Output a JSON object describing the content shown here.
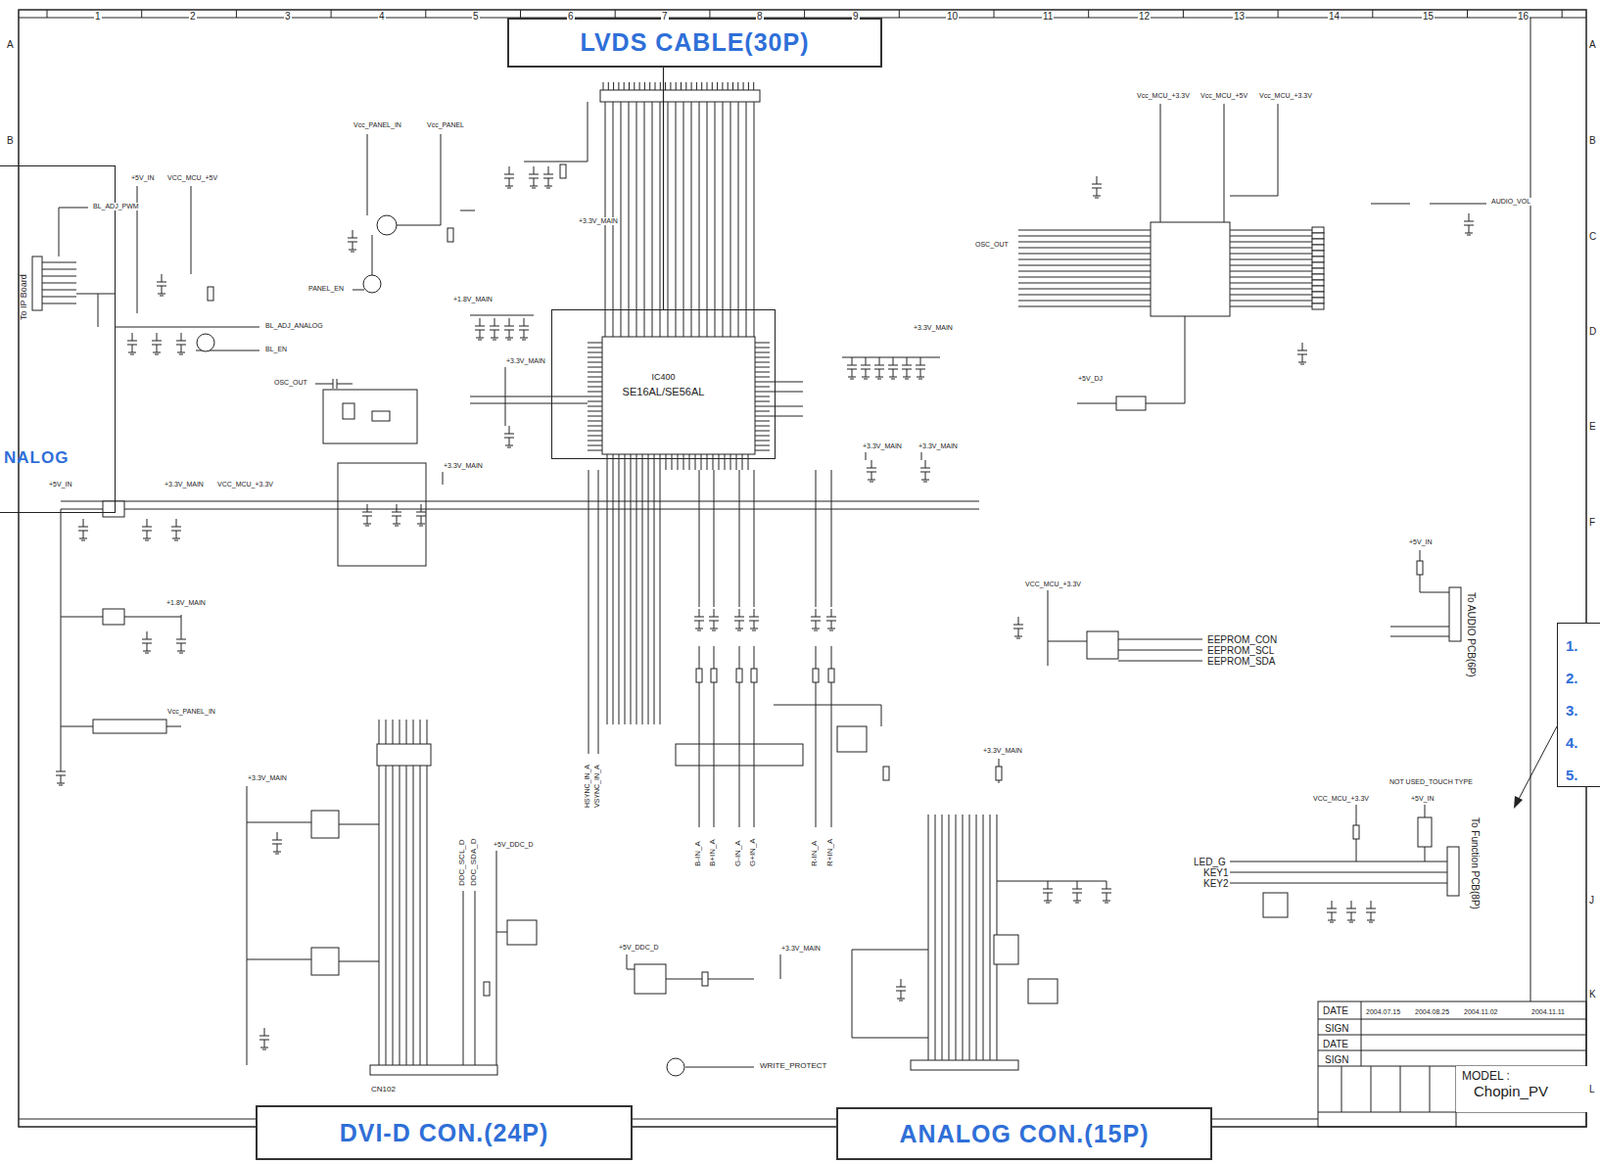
{
  "diagram": {
    "nodes": [
      {
        "text": [
          "LVDS CABLE(30P)"
        ]
      },
      {
        "text": [
          "IC400",
          "SE16AL/SE56AL"
        ]
      },
      {
        "text": [
          "DVI-D CON.(24P)"
        ]
      },
      {
        "text": [
          "ANALOG CON.(15P)"
        ]
      },
      {
        "text": [
          "NALOG"
        ]
      },
      {
        "text": [
          "1.",
          "2.",
          "3.",
          "4.",
          "5."
        ]
      },
      {
        "text": [
          "MODEL :",
          "Chopin_PV"
        ]
      }
    ],
    "edges": [
      {
        "from": 1,
        "to": 0,
        "arrow": "none"
      }
    ],
    "labels": [
      "1",
      "2",
      "3",
      "4",
      "5",
      "6",
      "7",
      "8",
      "9",
      "10",
      "11",
      "12",
      "13",
      "14",
      "15",
      "16",
      "A",
      "B",
      "A",
      "B",
      "C",
      "D",
      "E",
      "F",
      "J",
      "K",
      "L",
      "To IP Board",
      "BL_ADJ_PWM",
      "+5V_IN",
      "VCC_MCU_+5V",
      "BL_ADJ_ANALOG",
      "BL_EN",
      "Vcc_PANEL_IN",
      "Vcc_PANEL",
      "PANEL_EN",
      "OSC_OUT",
      "+1.8V_MAIN",
      "+3.3V_MAIN",
      "+3.3V_MAIN",
      "+3.3V_MAIN",
      "+3.3V_MAIN",
      "+3.3V_MAIN",
      "+3.3V_MAIN",
      "+5V_IN",
      "+3.3V_MAIN",
      "VCC_MCU_+3.3V",
      "+1.8V_MAIN",
      "Vcc_PANEL_IN",
      "+3.3V_MAIN",
      "DDC_SCL_D",
      "DDC_SDA_D",
      "+5V_DDC_D",
      "CN102",
      "HSYNC_IN_A",
      "VSYNC_IN_A",
      "B-IN_A",
      "B+IN_A",
      "G-IN_A",
      "G+IN_A",
      "R-IN_A",
      "R+IN_A",
      "+5V_DDC_D",
      "+3.3V_MAIN",
      "WRITE_PROTECT",
      "+3.3V_MAIN",
      "VCC_MCU_+3.3V",
      "EEPROM_CON",
      "EEPROM_SCL",
      "EEPROM_SDA",
      "+5V_IN",
      "To AUDIO PCB(6P)",
      "Vcc_MCU_+3.3V",
      "Vcc_MCU_+5V",
      "Vcc_MCU_+3.3V",
      "AUDIO_VOL",
      "OSC_OUT",
      "+5V_DJ",
      "NOT USED_TOUCH TYPE",
      "VCC_MCU_+3.3V",
      "+5V_IN",
      "LED_G",
      "KEY1",
      "KEY2",
      "To Function PCB(8P)",
      "DATE",
      "SIGN",
      "DATE",
      "SIGN",
      "2004.07.15",
      "2004.08.25",
      "2004.11.02",
      "2004.11.11"
    ]
  }
}
